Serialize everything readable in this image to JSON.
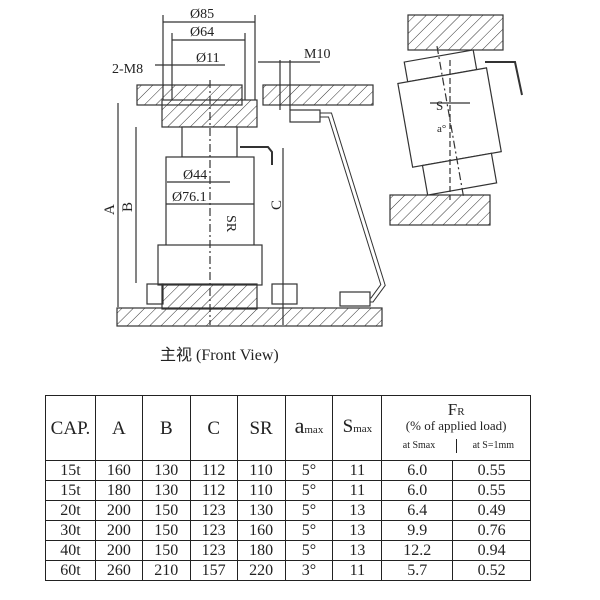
{
  "front_view": {
    "dims": {
      "d85": "Ø85",
      "d64": "Ø64",
      "d11": "Ø11",
      "m8": "2-M8",
      "m10": "M10",
      "d44": "Ø44",
      "d761": "Ø76.1",
      "sr": "SR",
      "a": "A",
      "b": "B",
      "c": "C"
    },
    "caption": "主视 (Front View)"
  },
  "side_view": {
    "s": "S",
    "a": "a°"
  },
  "table": {
    "headers": {
      "cap": "CAP.",
      "a": "A",
      "b": "B",
      "c": "C",
      "sr": "SR",
      "amax_main": "a",
      "amax_sub": "max",
      "smax_main": "S",
      "smax_sub": "max",
      "fr_main": "F",
      "fr_sub": "R",
      "fr_desc": "(% of applied load)",
      "fr_at_smax": "at Smax",
      "fr_at_s1": "at S=1mm"
    },
    "rows": [
      [
        "15t",
        "160",
        "130",
        "112",
        "110",
        "5°",
        "11",
        "6.0",
        "0.55"
      ],
      [
        "15t",
        "180",
        "130",
        "112",
        "110",
        "5°",
        "11",
        "6.0",
        "0.55"
      ],
      [
        "20t",
        "200",
        "150",
        "123",
        "130",
        "5°",
        "13",
        "6.4",
        "0.49"
      ],
      [
        "30t",
        "200",
        "150",
        "123",
        "160",
        "5°",
        "13",
        "9.9",
        "0.76"
      ],
      [
        "40t",
        "200",
        "150",
        "123",
        "180",
        "5°",
        "13",
        "12.2",
        "0.94"
      ],
      [
        "60t",
        "260",
        "210",
        "157",
        "220",
        "3°",
        "11",
        "5.7",
        "0.52"
      ]
    ]
  }
}
